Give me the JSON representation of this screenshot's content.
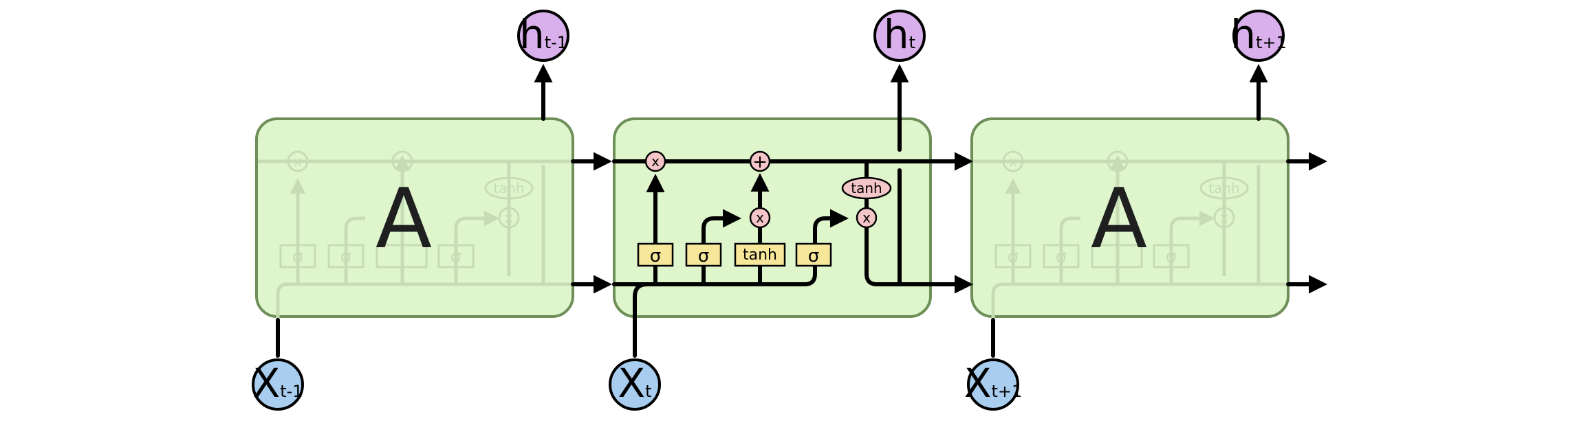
{
  "cells": {
    "left": {
      "label": "A"
    },
    "center": {
      "gates": [
        {
          "label": "σ"
        },
        {
          "label": "σ"
        },
        {
          "label": "tanh"
        },
        {
          "label": "σ"
        }
      ],
      "ops": {
        "forget_multiply": "x",
        "add": "+",
        "input_multiply": "x",
        "output_multiply": "x",
        "output_tanh": "tanh"
      }
    },
    "right": {
      "label": "A"
    }
  },
  "ghost_labels": {
    "sigma": "σ",
    "tanh": "tanh",
    "times": "x",
    "plus": "+"
  },
  "outputs": [
    {
      "main": "h",
      "sub": "t-1"
    },
    {
      "main": "h",
      "sub": "t"
    },
    {
      "main": "h",
      "sub": "t+1"
    }
  ],
  "inputs": [
    {
      "main": "X",
      "sub": "t-1"
    },
    {
      "main": "X",
      "sub": "t"
    },
    {
      "main": "X",
      "sub": "t+1"
    }
  ],
  "colors": {
    "cell_fill": "#dff6cd",
    "cell_border": "#6e8f58",
    "gate_fill": "#f7e79a",
    "op_fill": "#f5c6c8",
    "output_node": "#d9b0ec",
    "input_node": "#a8cdee"
  }
}
